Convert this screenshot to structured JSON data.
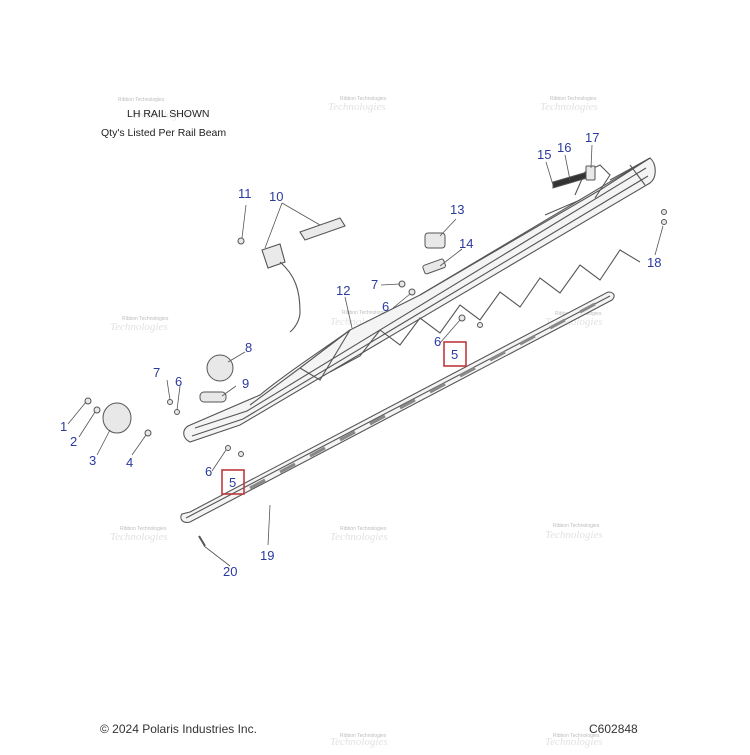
{
  "notes": {
    "shown": "LH RAIL SHOWN",
    "qty": "Qty's Listed Per Rail Beam"
  },
  "footer": {
    "copyright": "© 2024 Polaris Industries Inc.",
    "code": "C602848"
  },
  "watermark": {
    "text": "Ribbon Technologies"
  },
  "callouts": [
    "1",
    "2",
    "3",
    "4",
    "5",
    "5",
    "6",
    "6",
    "6",
    "6",
    "7",
    "7",
    "8",
    "9",
    "10",
    "11",
    "12",
    "13",
    "14",
    "15",
    "16",
    "17",
    "18",
    "19",
    "20"
  ],
  "colors": {
    "callout_text": "#2b3a9e",
    "highlight_box": "#c0393b",
    "line_art": "#555555"
  }
}
